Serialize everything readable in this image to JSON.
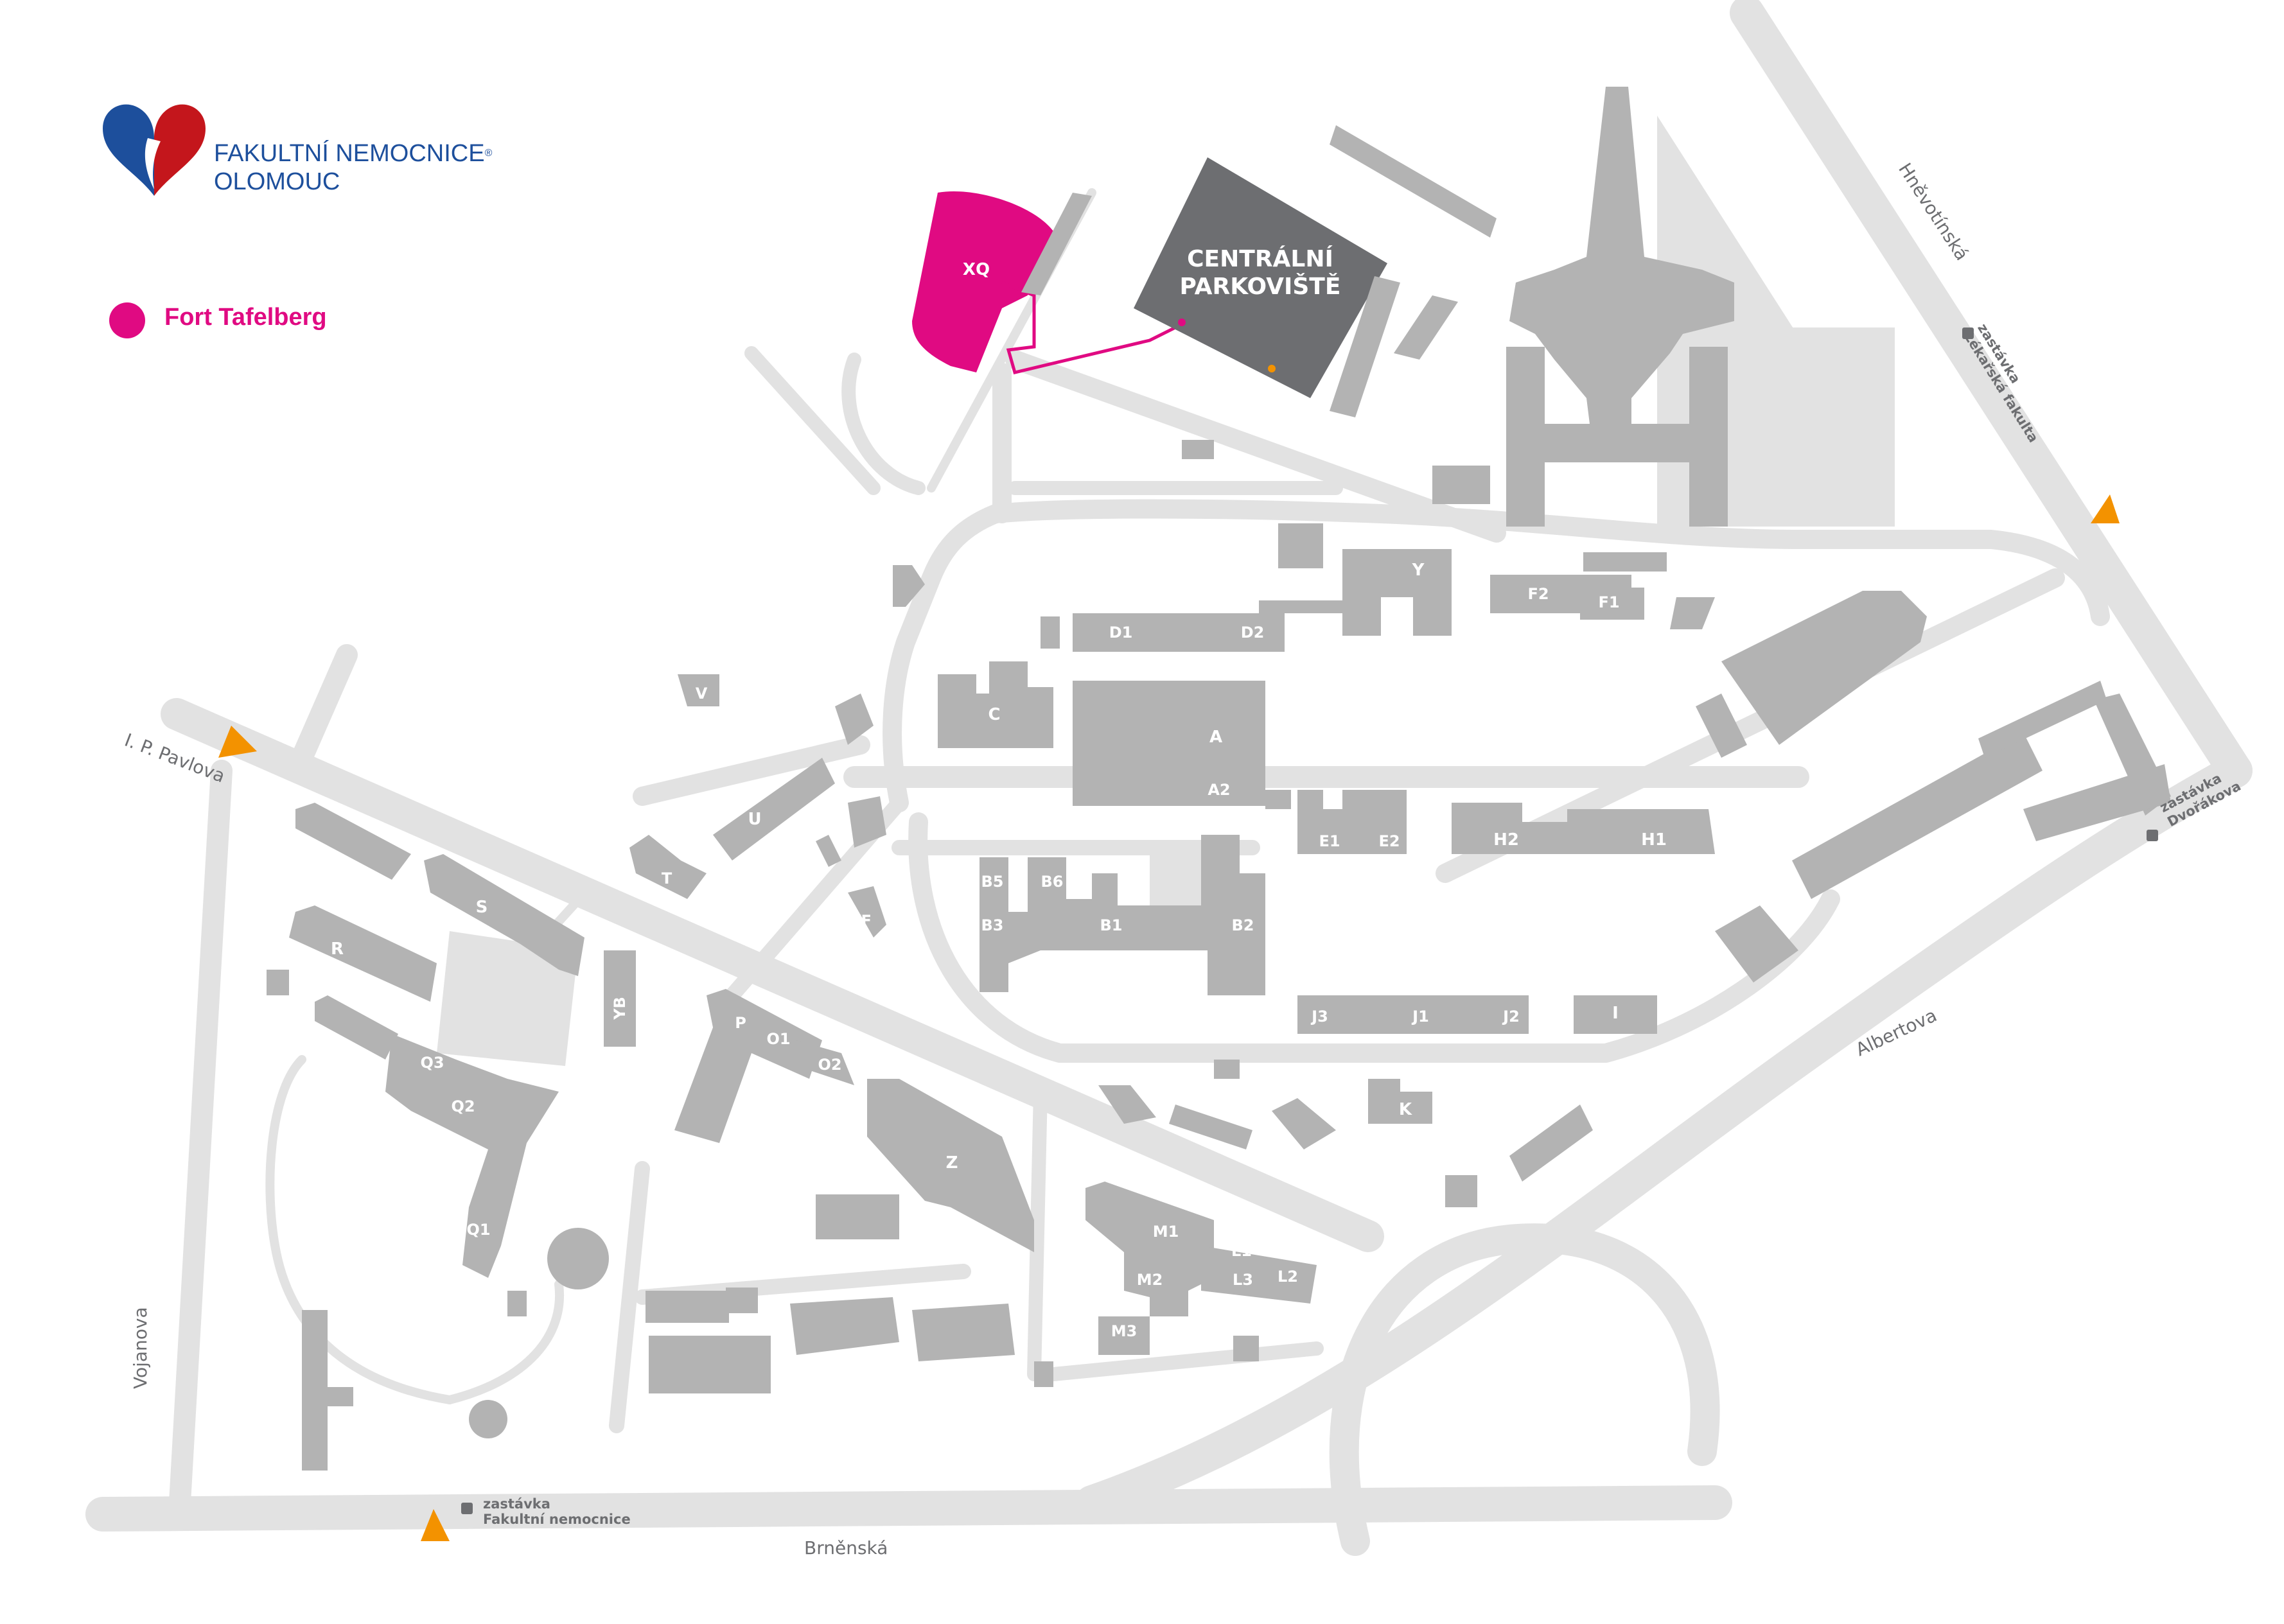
{
  "brand": {
    "name_line1": "FAKULTNÍ NEMOCNICE",
    "registered": "®",
    "name_line2": "OLOMOUC",
    "logo_icon": "heart-logo-icon"
  },
  "legend": {
    "highlight_label": "Fort Tafelberg",
    "highlight_color": "#e00a82"
  },
  "colors": {
    "road": "#e2e2e2",
    "building": "#b3b3b3",
    "parking": "#6d6e71",
    "highlight": "#e00a82",
    "stop_marker": "#f39200",
    "brand_blue": "#1d4f9c",
    "brand_red": "#c4161c"
  },
  "streets": {
    "pavlova": "I. P. Pavlova",
    "hnevotinska": "Hněvotínská",
    "albertova": "Albertova",
    "vojanova": "Vojanova",
    "brnenska": "Brněnská"
  },
  "stops": {
    "lekarska_word": "zastávka",
    "lekarska_name": "Lékařská fakulta",
    "dvorakova_word": "zastávka",
    "dvorakova_name": "Dvořákova",
    "fn_word": "zastávka",
    "fn_name": "Fakultní nemocnice"
  },
  "parking": {
    "line1": "CENTRÁLNÍ",
    "line2": "PARKOVIŠTĚ"
  },
  "buildings": {
    "XQ": "XQ",
    "Y": "Y",
    "F2": "F2",
    "F1": "F1",
    "D1": "D1",
    "D2": "D2",
    "C": "C",
    "A": "A",
    "A2": "A2",
    "V": "V",
    "U": "U",
    "T": "T",
    "E1": "E1",
    "E2": "E2",
    "H2": "H2",
    "H1": "H1",
    "B5": "B5",
    "B6": "B6",
    "B3": "B3",
    "B1": "B1",
    "B2": "B2",
    "YF": "YF",
    "S": "S",
    "R": "R",
    "YB": "YB",
    "P": "P",
    "O1": "O1",
    "O2": "O2",
    "J3": "J3",
    "J1": "J1",
    "J2": "J2",
    "I": "I",
    "K": "K",
    "Q3": "Q3",
    "Q2": "Q2",
    "Q1": "Q1",
    "Z": "Z",
    "M1": "M1",
    "M2": "M2",
    "M3": "M3",
    "L1": "L1",
    "L2": "L2",
    "L3": "L3"
  }
}
